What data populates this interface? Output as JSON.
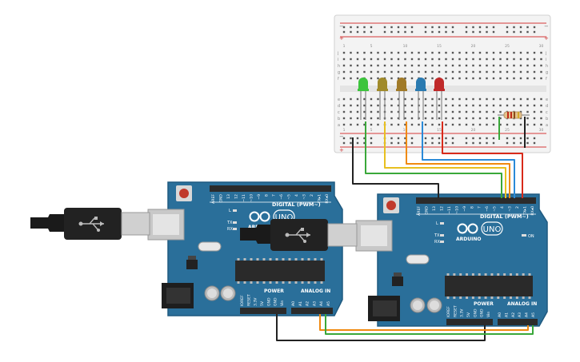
{
  "boards": {
    "left": {
      "digital_label": "DIGITAL (PWM~)",
      "brand": "ARDUINO",
      "model": "UNO",
      "power_label": "POWER",
      "analog_label": "ANALOG IN",
      "tx": "TX",
      "rx": "RX",
      "l": "L",
      "top_pins": [
        "AREF",
        "GND",
        "13",
        "12",
        "~11",
        "~10",
        "~9",
        "8",
        "7",
        "~6",
        "~5",
        "4",
        "~3",
        "2",
        "TX▸1",
        "RX◂0"
      ],
      "power_pins": [
        "IOREF",
        "RESET",
        "3.3V",
        "5V",
        "GND",
        "GND",
        "Vin"
      ],
      "analog_pins": [
        "A0",
        "A1",
        "A2",
        "A3",
        "A4",
        "A5"
      ]
    },
    "right": {
      "digital_label": "DIGITAL (PWM~)",
      "brand": "ARDUINO",
      "model": "UNO",
      "power_label": "POWER",
      "analog_label": "ANALOG IN",
      "tx": "TX",
      "rx": "RX",
      "l": "L",
      "on": "ON",
      "top_pins": [
        "AREF",
        "GND",
        "13",
        "12",
        "~11",
        "~10",
        "~9",
        "8",
        "7",
        "~6",
        "~5",
        "4",
        "~3",
        "2",
        "TX▸1",
        "RX◂0"
      ],
      "power_pins": [
        "IOREF",
        "RESET",
        "3.3V",
        "5V",
        "GND",
        "GND",
        "Vin"
      ],
      "analog_pins": [
        "A0",
        "A1",
        "A2",
        "A3",
        "A4",
        "A5"
      ]
    }
  },
  "breadboard": {
    "plus": "+",
    "minus": "−",
    "row_letters_top": [
      "j",
      "i",
      "h",
      "g",
      "f"
    ],
    "row_letters_bottom": [
      "e",
      "d",
      "c",
      "b",
      "a"
    ],
    "column_numbers": [
      "1",
      "",
      "",
      "",
      "5",
      "",
      "",
      "",
      "",
      "10",
      "",
      "",
      "",
      "",
      "15",
      "",
      "",
      "",
      "",
      "20",
      "",
      "",
      "",
      "",
      "25",
      "",
      "",
      "",
      "",
      "30"
    ]
  },
  "leds": {
    "colors": [
      "#3cc43c",
      "#a08a2a",
      "#a07a28",
      "#2a7ab0",
      "#c02a2a"
    ]
  },
  "wires": {
    "colors": {
      "black": "#222222",
      "green": "#3aa83a",
      "yellow": "#e8c020",
      "orange": "#f08a10",
      "blue": "#2a8ad8",
      "red": "#d82a1a"
    }
  },
  "colors": {
    "board": "#2a6f9a",
    "board_edge": "#1f5a80",
    "header": "#2b2b2b",
    "chip": "#2a2a2a",
    "breadboard": "#f0f0f0",
    "rail_red": "#d43a3a",
    "rail_blue": "#2b4fa0"
  }
}
